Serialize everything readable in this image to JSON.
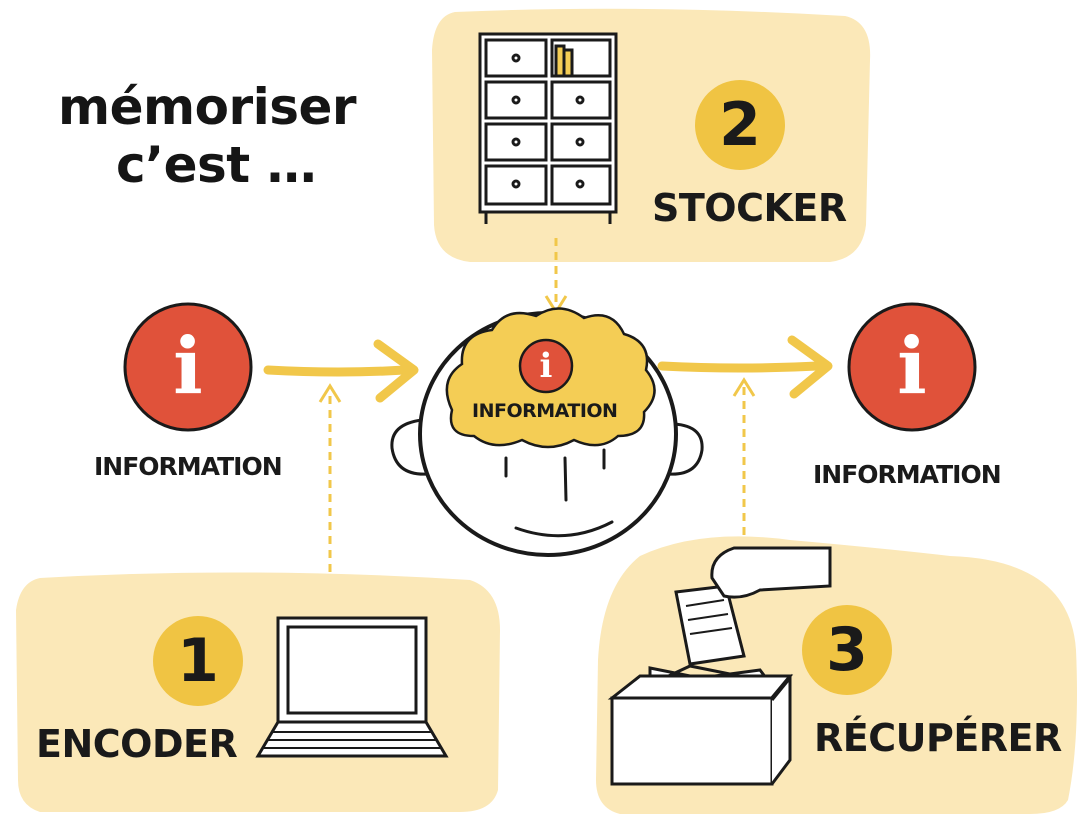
{
  "title": {
    "line1": "mémoriser",
    "line2": "c’est …"
  },
  "steps": [
    {
      "number": "1",
      "label": "ENCODER",
      "icon": "laptop-icon"
    },
    {
      "number": "2",
      "label": "STOCKER",
      "icon": "cabinet-icon"
    },
    {
      "number": "3",
      "label": "RÉCUPÉRER",
      "icon": "archive-box-icon"
    }
  ],
  "info": {
    "glyph": "i",
    "left_label": "INFORMATION",
    "right_label": "INFORMATION",
    "brain_label": "INFORMATION"
  },
  "colors": {
    "panel": "#fbe8b8",
    "badge": "#f0c443",
    "info_red": "#e0523a",
    "arrow": "#f1c74a",
    "brain": "#f4cd55",
    "ink": "#1a1a1a"
  }
}
